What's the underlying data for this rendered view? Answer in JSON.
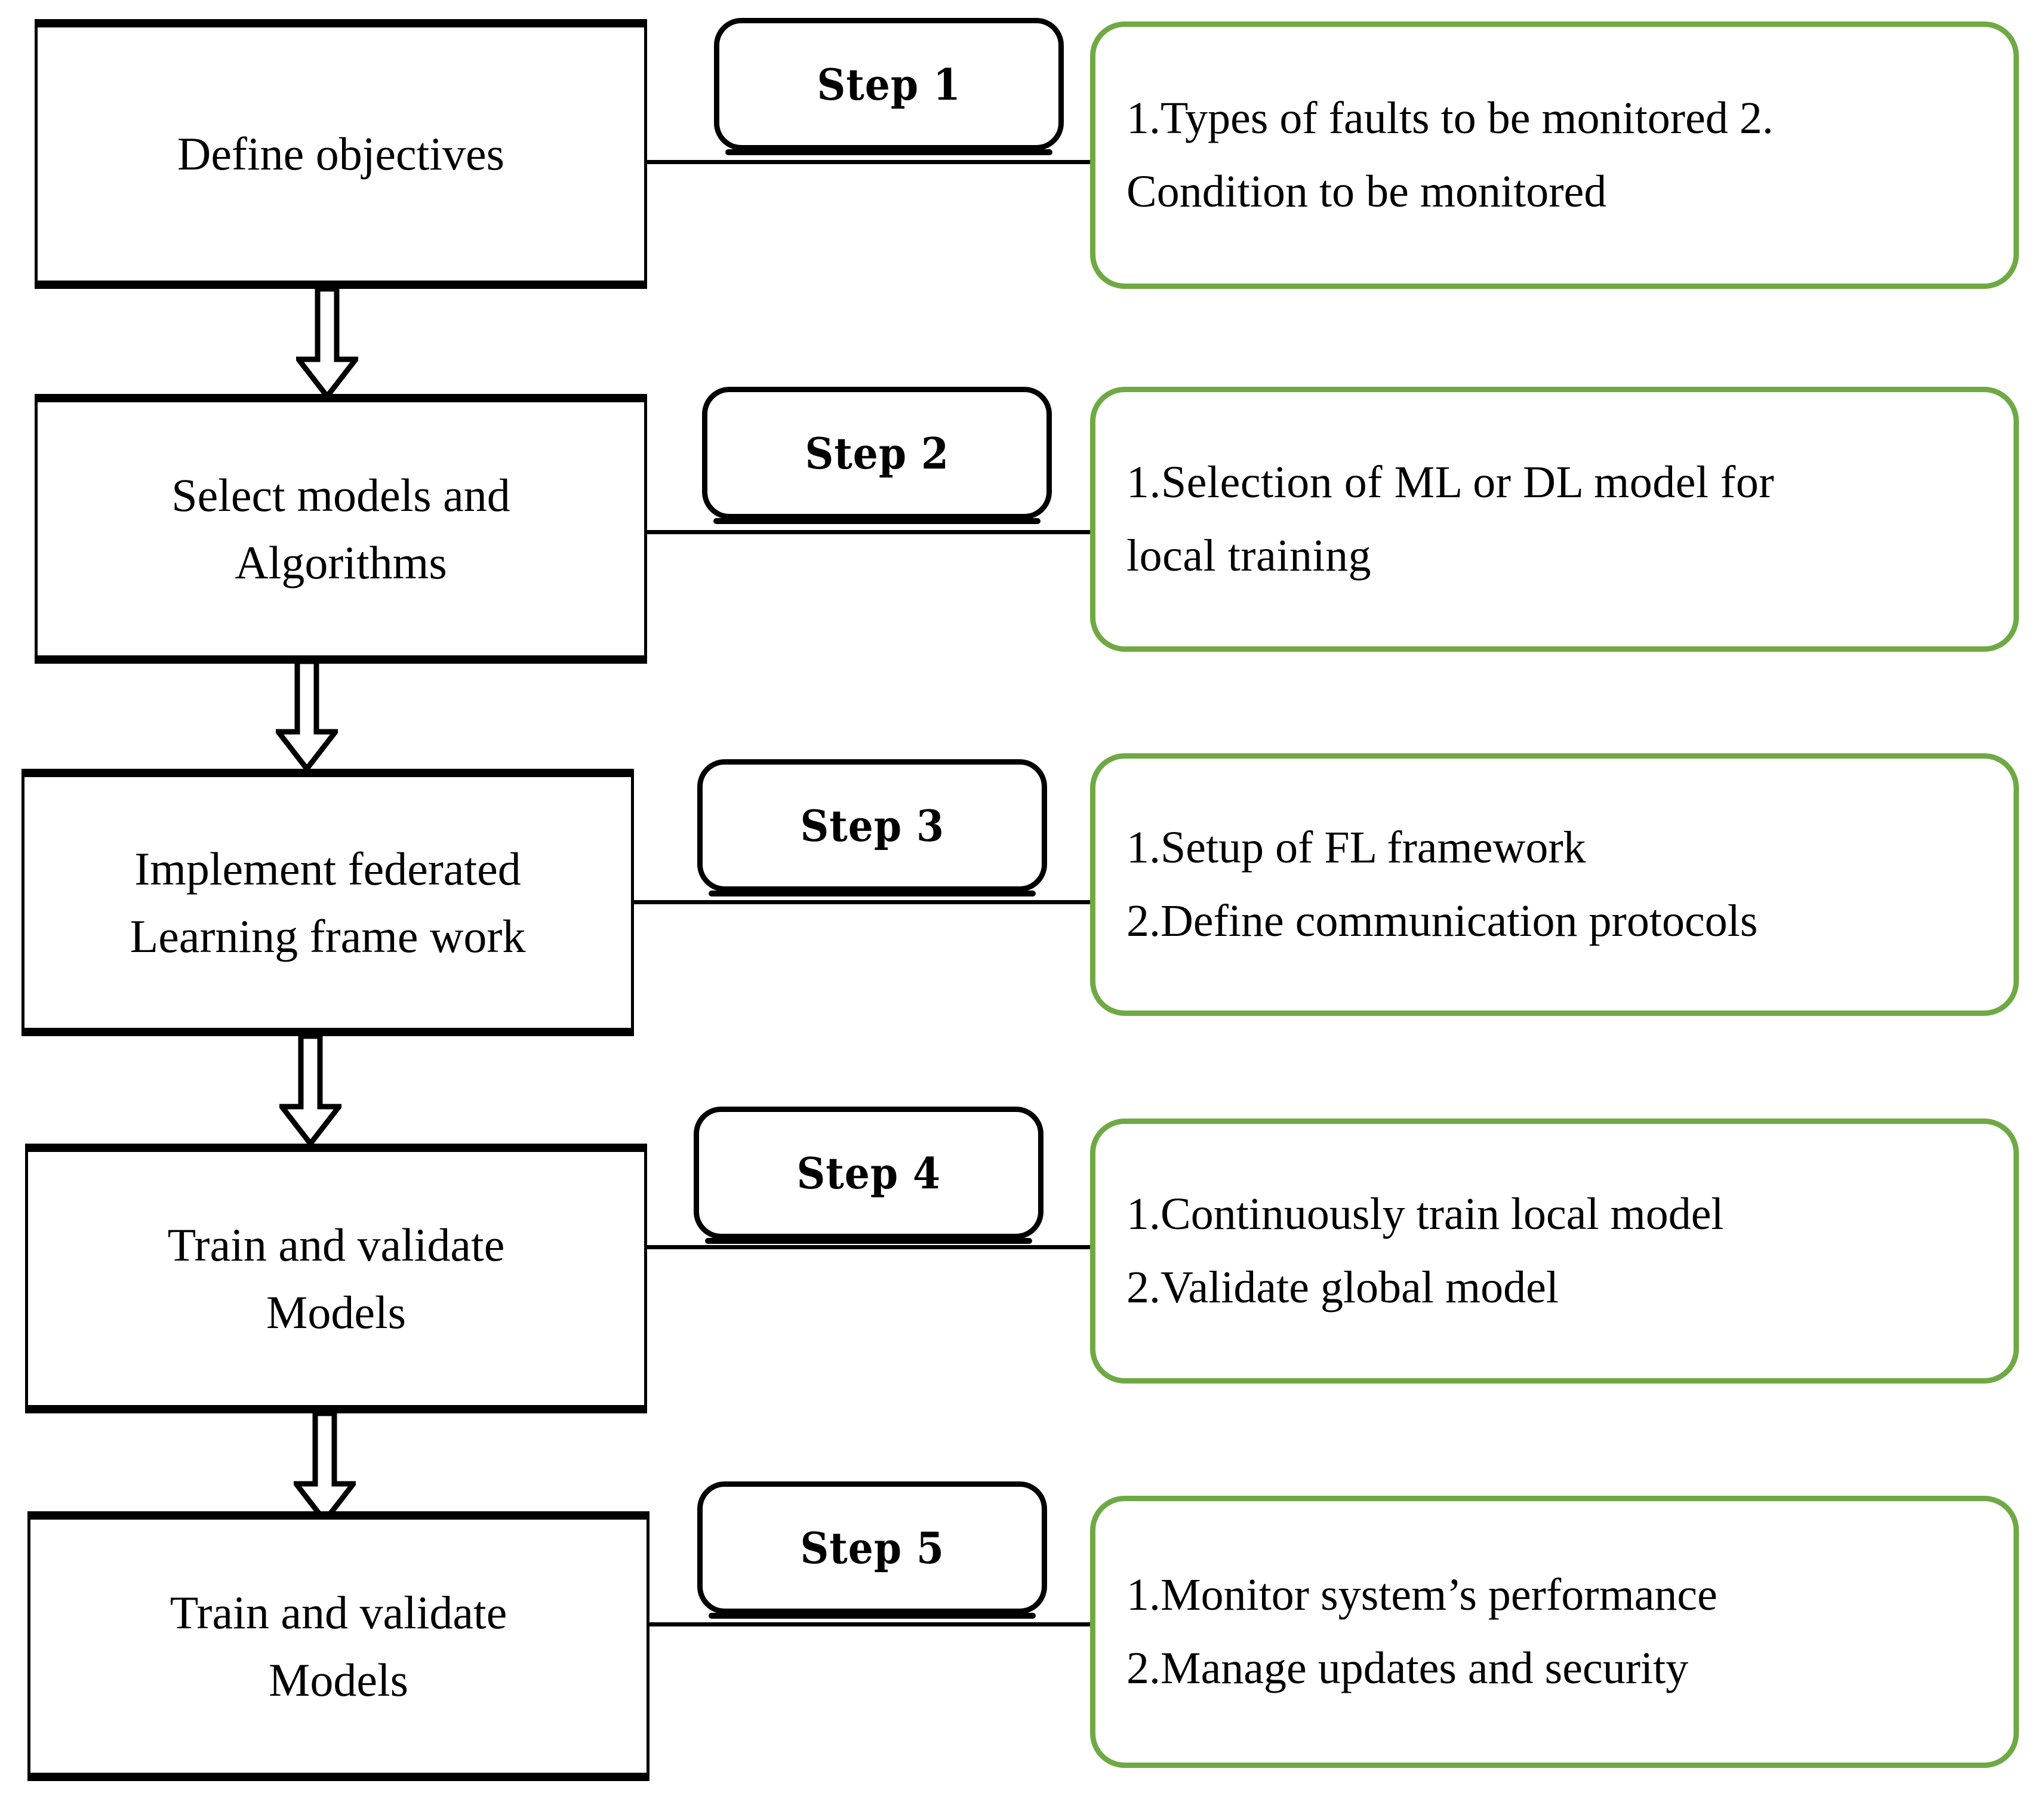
{
  "diagram": {
    "title": "Federated learning implementation steps flowchart",
    "accent_green": "#6FA944",
    "line_black": "#000000",
    "arrow_style": "hollow-block-down-arrow"
  },
  "rows": [
    {
      "step_label": "Step 1",
      "process": "Define objectives",
      "process_lines": [
        "Define objectives"
      ],
      "detail_lines": [
        "1.Types of faults to be monitored 2.",
        "Condition to be monitored"
      ]
    },
    {
      "step_label": "Step 2",
      "process": "Select models and Algorithms",
      "process_lines": [
        "Select models and",
        "Algorithms"
      ],
      "detail_lines": [
        "1.Selection of ML  or  DL  model  for",
        "local training"
      ]
    },
    {
      "step_label": "Step 3",
      "process": "Implement federated Learning frame work",
      "process_lines": [
        "Implement federated",
        "Learning frame work"
      ],
      "detail_lines": [
        "1.Setup of FL framework",
        "2.Define communication protocols"
      ]
    },
    {
      "step_label": "Step 4",
      "process": "Train and validate Models",
      "process_lines": [
        "Train and validate",
        "Models"
      ],
      "detail_lines": [
        "1.Continuously train local model",
        "2.Validate global model"
      ]
    },
    {
      "step_label": "Step 5",
      "process": "Train and validate Models",
      "process_lines": [
        "Train and validate",
        "Models"
      ],
      "detail_lines": [
        "1.Monitor system’s performance",
        "2.Manage updates and security"
      ]
    }
  ]
}
